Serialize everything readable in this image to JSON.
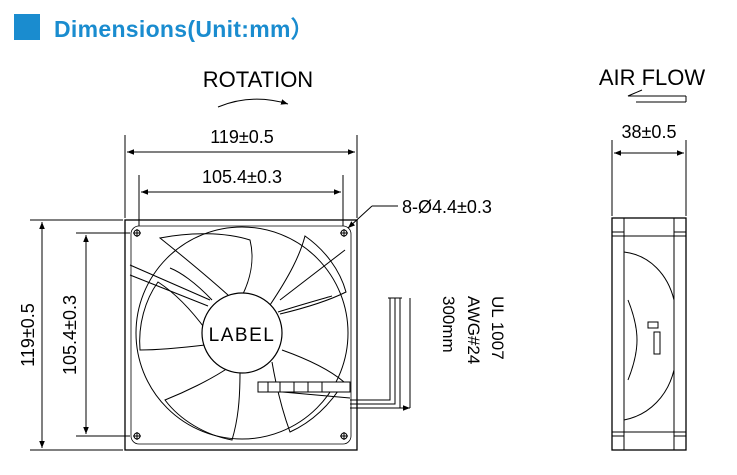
{
  "header": {
    "title": "Dimensions(Unit:mm）"
  },
  "labels": {
    "rotation": "ROTATION",
    "airflow": "AIR FLOW",
    "width_outer": "119±0.5",
    "width_inner": "105.4±0.3",
    "holes": "8-Ø4.4±0.3",
    "height_outer": "119±0.5",
    "height_inner": "105.4±0.3",
    "depth": "38±0.5",
    "hub_label": "LABEL",
    "wire_type": "UL 1007",
    "wire_gauge": "AWG#24",
    "wire_length": "300mm"
  },
  "colors": {
    "accent": "#1a8ccf",
    "line": "#000000"
  }
}
